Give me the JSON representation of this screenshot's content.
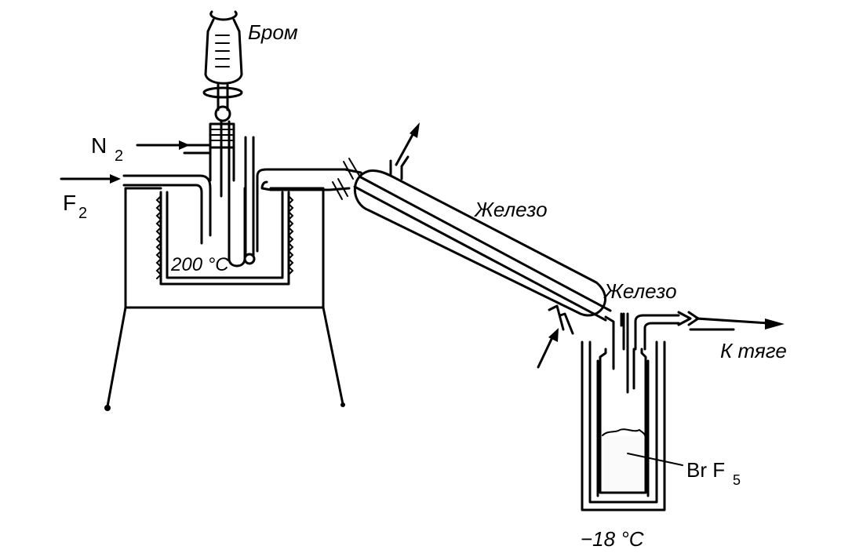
{
  "labels": {
    "bromine": "Бром",
    "nitrogen": "N",
    "nitrogen_sub": "2",
    "fluorine": "F",
    "fluorine_sub": "2",
    "reactor_temp": "200 °C",
    "iron_upper": "Железо",
    "iron_lower": "Железо",
    "to_draft": "К тяге",
    "product_main": "Br F",
    "product_sub": "5",
    "trap_temp": "−18 °C"
  }
}
